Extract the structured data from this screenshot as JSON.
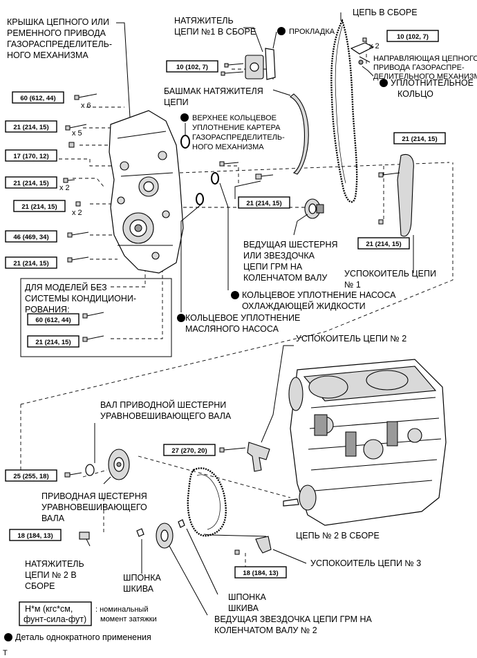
{
  "labels": {
    "cover": [
      "КРЫШКА ЦЕПНОГО ИЛИ",
      "РЕМЕННОГО ПРИВОДА",
      "ГАЗОРАСПРЕДЕЛИТЕЛЬ-",
      "НОГО МЕХАНИЗМА"
    ],
    "tensioner1": [
      "НАТЯЖИТЕЛЬ",
      "ЦЕПИ №1 В СБОРЕ"
    ],
    "gasket": "ПРОКЛАДКА",
    "chain": "ЦЕПЬ В СБОРЕ",
    "chain_guide": [
      "НАПРАВЛЯЮЩАЯ ЦЕПНОГО",
      "ПРИВОДА ГАЗОРАСПРЕ-",
      "ДЕЛИТЕЛЬНОГО МЕХАНИЗМА"
    ],
    "o_ring": [
      "УПЛОТНИТЕЛЬНОЕ",
      "КОЛЬЦО"
    ],
    "slipper": [
      "БАШМАК НАТЯЖИТЕЛЯ",
      "ЦЕПИ"
    ],
    "upper_seal": [
      "ВЕРХНЕЕ КОЛЬЦЕВОЕ",
      "УПЛОТНЕНИЕ КАРТЕРА",
      "ГАЗОРАСПРЕДЕЛИТЕЛЬ-",
      "НОГО МЕХАНИЗМА"
    ],
    "crank_sprocket": [
      "ВЕДУЩАЯ ШЕСТЕРНЯ",
      "ИЛИ ЗВЕЗДОЧКА",
      "ЦЕПИ ГРМ НА",
      "КОЛЕНЧАТОМ ВАЛУ"
    ],
    "damper1": [
      "УСПОКОИТЕЛЬ ЦЕПИ",
      "№ 1"
    ],
    "no_ac": [
      "ДЛЯ МОДЕЛЕЙ БЕЗ",
      "СИСТЕМЫ КОНДИЦИОНИ-",
      "РОВАНИЯ:"
    ],
    "water_pump_ring": [
      "КОЛЬЦЕВОЕ УПЛОТНЕНИЕ НАСОСА",
      "ОХЛАЖДАЮЩЕЙ ЖИДКОСТИ"
    ],
    "oil_pump_ring": [
      "КОЛЬЦЕВОЕ УПЛОТНЕНИЕ",
      "МАСЛЯНОГО НАСОСА"
    ],
    "damper2": "УСПОКОИТЕЛЬ ЦЕПИ № 2",
    "balance_shaft": [
      "ВАЛ ПРИВОДНОЙ ШЕСТЕРНИ",
      "УРАВНОВЕШИВАЮЩЕГО ВАЛА"
    ],
    "balance_gear": [
      "ПРИВОДНАЯ ШЕСТЕРНЯ",
      "УРАВНОВЕШИВАЮЩЕГО",
      "ВАЛА"
    ],
    "chain2": "ЦЕПЬ № 2 В СБОРЕ",
    "tensioner2": [
      "НАТЯЖИТЕЛЬ",
      "ЦЕПИ № 2 В",
      "СБОРЕ"
    ],
    "damper3": "УСПОКОИТЕЛЬ ЦЕПИ № 3",
    "pulley_key1": [
      "ШПОНКА",
      "ШКИВА"
    ],
    "pulley_key2": [
      "ШПОНКА",
      "ШКИВА"
    ],
    "crank_sprocket2": [
      "ВЕДУЩАЯ ЗВЕЗДОЧКА ЦЕПИ ГРМ НА",
      "КОЛЕНЧАТОМ ВАЛУ № 2"
    ]
  },
  "torques": {
    "t_10a": "10 (102, 7)",
    "t_10b": "10 (102, 7)",
    "t_60a": "60 (612, 44)",
    "t_21a": "21 (214, 15)",
    "t_17": "17 (170, 12)",
    "t_21b": "21 (214, 15)",
    "t_21c": "21 (214, 15)",
    "t_46": "46 (469, 34)",
    "t_21d": "21 (214, 15)",
    "t_60b": "60 (612, 44)",
    "t_21e": "21 (214, 15)",
    "t_21f": "21 (214, 15)",
    "t_21g": "21 (214, 15)",
    "t_21h": "21 (214, 15)",
    "t_27": "27 (270, 20)",
    "t_25": "25 (255, 18)",
    "t_18a": "18 (184, 13)",
    "t_18b": "18 (184, 13)"
  },
  "quantities": {
    "q_x6": "x 6",
    "q_x5": "x 5",
    "q_x2a": "x 2",
    "q_x2b": "x 2",
    "q_x2c": "x 2"
  },
  "legend": {
    "unit_line1": "Н*м (кгс*см,",
    "unit_line2": "фунт-сила-фут)",
    "unit_desc1": ": номинальный",
    "unit_desc2": "момент затяжки",
    "non_reusable": "Деталь однократного применения"
  },
  "corner_mark": "T"
}
